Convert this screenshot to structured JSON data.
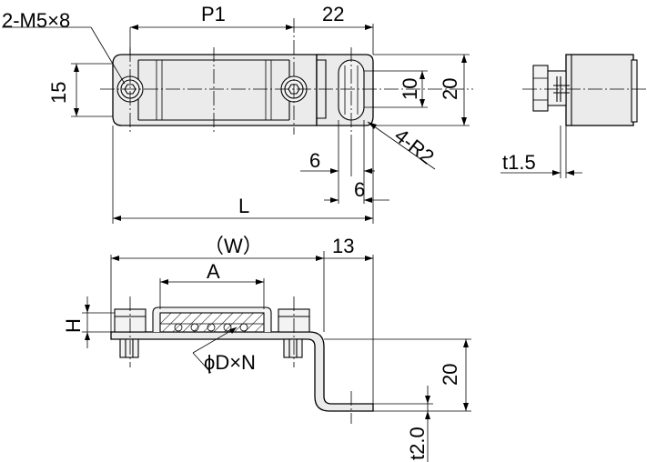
{
  "labels": {
    "screw": "2-M5×8",
    "pitch": "P1",
    "end_width": "22",
    "height": "15",
    "slot": "10",
    "width20_top": "20",
    "radius": "4-R2",
    "six_a": "6",
    "six_b": "6",
    "length": "L",
    "thickness_side": "t1.5",
    "W": "（W）",
    "thirteen": "13",
    "A": "A",
    "H": "H",
    "diameter": "ϕD×N",
    "width20_bottom": "20",
    "thickness_bottom": "t2.0"
  }
}
